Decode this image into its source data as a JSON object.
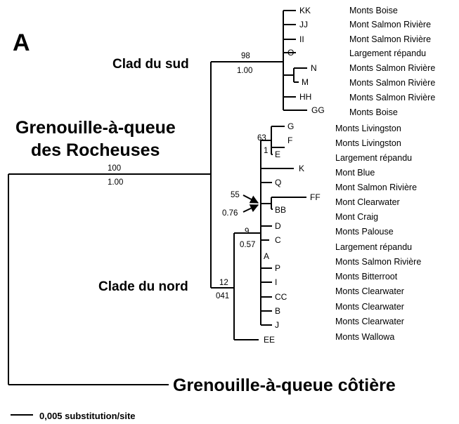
{
  "figure": {
    "panel_label": "A",
    "group_title_line1": "Grenouille-à-queue",
    "group_title_line2": "des Rocheuses",
    "outgroup_label": "Grenouille-à-queue côtière",
    "scale_label": "0,005 substitution/site"
  },
  "clades": {
    "south": "Clad du sud",
    "north": "Clade du nord"
  },
  "support": {
    "root_top": "100",
    "root_bottom": "1.00",
    "south_top": "98",
    "south_bottom": "1.00",
    "north_top": "12",
    "north_bottom": "041",
    "inner_top": "9",
    "inner_bottom": "0.57",
    "gfe_top": "63",
    "fe_top": "1",
    "ffbb_top": "55",
    "ffbb_bottom": "0.76"
  },
  "leaves": {
    "KK": "KK",
    "JJ": "JJ",
    "II": "II",
    "O": "O",
    "N": "N",
    "M": "M",
    "HH": "HH",
    "GG": "GG",
    "G": "G",
    "F": "F",
    "E": "E",
    "K": "K",
    "Q": "Q",
    "FF": "FF",
    "BB": "BB",
    "D": "D",
    "C": "C",
    "A": "A",
    "P": "P",
    "I": "I",
    "CC": "CC",
    "B": "B",
    "J": "J",
    "EE": "EE"
  },
  "south_localities": [
    "Monts Boise",
    "Mont Salmon Rivière",
    "Mont Salmon Rivière",
    "Largement répandu",
    "Monts Salmon Rivière",
    "Monts Salmon Rivière",
    "Monts Salmon Rivière",
    "Monts Boise"
  ],
  "north_localities": [
    "Monts Livingston",
    "Monts Livingston",
    "Largement répandu",
    "Mont Blue",
    "Mont Salmon Rivière",
    "Mont Clearwater",
    "Mont Craig",
    "Monts Palouse",
    "Largement répandu",
    "Monts Salmon Rivière",
    "Monts Bitterroot",
    "Monts Clearwater",
    "Monts Clearwater",
    "Monts Clearwater",
    "Monts Wallowa"
  ]
}
